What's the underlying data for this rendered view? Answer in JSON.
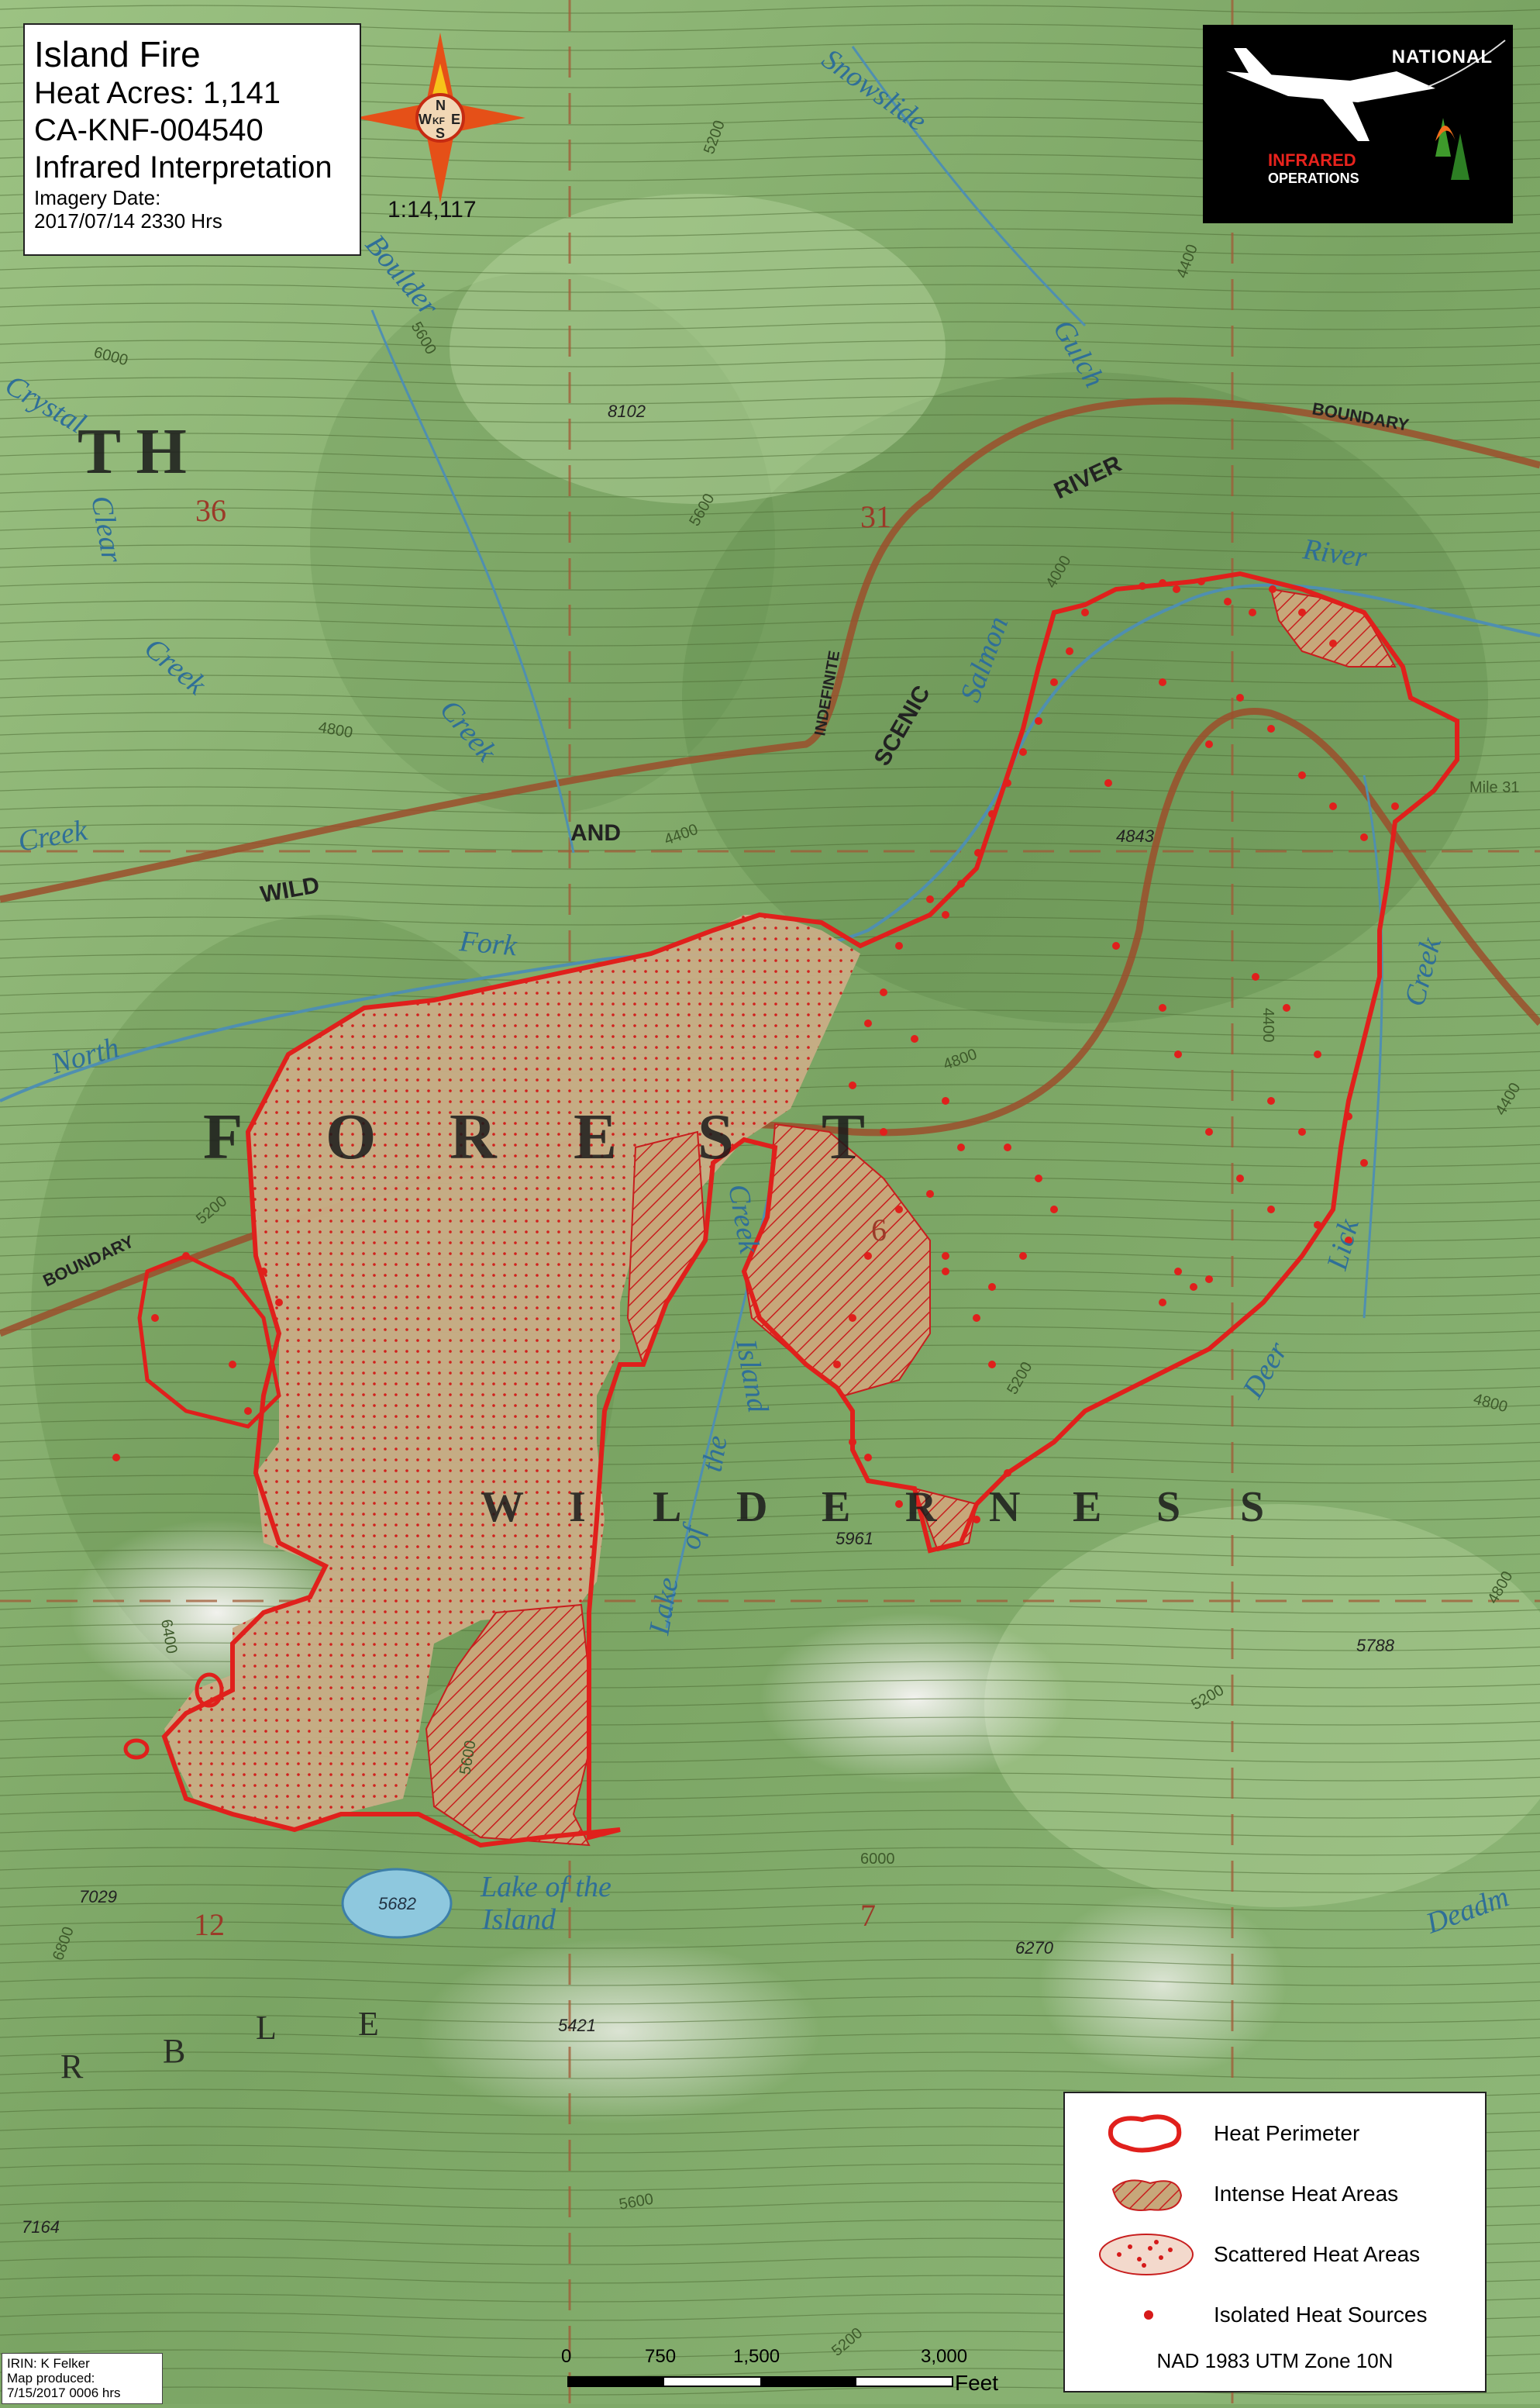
{
  "title": {
    "fire_name": "Island Fire",
    "heat_acres": "Heat Acres: 1,141",
    "incident_number": "CA-KNF-004540",
    "product": "Infrared Interpretation",
    "imagery_date_label": "Imagery Date:",
    "imagery_date": "2017/07/14   2330 Hrs"
  },
  "compass": {
    "n": "N",
    "s": "S",
    "e": "E",
    "w": "W",
    "center": "KF"
  },
  "scale_ratio": "1:14,117",
  "logo": {
    "line1": "NATIONAL",
    "line2": "INFRARED",
    "line3": "OPERATIONS"
  },
  "legend": {
    "items": [
      {
        "label": "Heat Perimeter"
      },
      {
        "label": "Intense Heat Areas"
      },
      {
        "label": "Scattered Heat Areas"
      },
      {
        "label": "Isolated Heat Sources"
      }
    ],
    "datum": "NAD 1983 UTM Zone 10N"
  },
  "scalebar": {
    "ticks": [
      "0",
      "750",
      "1,500",
      "3,000"
    ],
    "unit": "Feet"
  },
  "credits": {
    "irin": "IRIN: K Felker",
    "produced_label": "Map produced:",
    "produced": "7/15/2017 0006 hrs"
  },
  "map_labels": {
    "forest": [
      "F",
      "O",
      "R",
      "E",
      "S",
      "T"
    ],
    "wilderness": [
      "W",
      "I",
      "L",
      "D",
      "E",
      "R",
      "N",
      "E",
      "S",
      "S"
    ],
    "th": "T H",
    "ble": [
      "R",
      "B",
      "L",
      "E"
    ],
    "sections": [
      "36",
      "31",
      "6",
      "12",
      "7"
    ],
    "water": [
      "Snowslide",
      "Gulch",
      "Crystal",
      "Clear",
      "Creek",
      "Boulder",
      "Creek",
      "Creek",
      "Fork",
      "North",
      "Salmon",
      "River",
      "Island",
      "Creek",
      "Lake",
      "of",
      "the",
      "Deer",
      "Lick",
      "Creek",
      "Lake of the",
      "Island",
      "Deadm"
    ],
    "line_labels": [
      "BOUNDARY",
      "BOUNDARY",
      "WILD",
      "AND",
      "SCENIC",
      "RIVER",
      "INDEFINITE"
    ],
    "spots": [
      "8102",
      "4843",
      "5961",
      "5788",
      "7029",
      "6270",
      "5421",
      "7164",
      "5682"
    ],
    "contours": [
      "5200",
      "5600",
      "6000",
      "5600",
      "4800",
      "4400",
      "4000",
      "4400",
      "4800",
      "4400",
      "5200",
      "4800",
      "5200",
      "6400",
      "5600",
      "5200",
      "6000",
      "6800",
      "5600",
      "5200",
      "4800",
      "4400",
      "Mile 31"
    ]
  },
  "heat_sources": [
    [
      1474,
      756
    ],
    [
      1500,
      752
    ],
    [
      1518,
      760
    ],
    [
      1550,
      750
    ],
    [
      1584,
      776
    ],
    [
      1616,
      790
    ],
    [
      1642,
      760
    ],
    [
      1680,
      790
    ],
    [
      1720,
      830
    ],
    [
      1400,
      790
    ],
    [
      1380,
      840
    ],
    [
      1360,
      880
    ],
    [
      1340,
      930
    ],
    [
      1320,
      970
    ],
    [
      1300,
      1010
    ],
    [
      1280,
      1050
    ],
    [
      1262,
      1100
    ],
    [
      1240,
      1140
    ],
    [
      1220,
      1180
    ],
    [
      1430,
      1010
    ],
    [
      1500,
      880
    ],
    [
      1560,
      960
    ],
    [
      1600,
      900
    ],
    [
      1640,
      940
    ],
    [
      1680,
      1000
    ],
    [
      1720,
      1040
    ],
    [
      1760,
      1080
    ],
    [
      1800,
      1040
    ],
    [
      1440,
      1220
    ],
    [
      1500,
      1300
    ],
    [
      1520,
      1360
    ],
    [
      1560,
      1460
    ],
    [
      1600,
      1520
    ],
    [
      1640,
      1560
    ],
    [
      1700,
      1580
    ],
    [
      1740,
      1600
    ],
    [
      1620,
      1260
    ],
    [
      1660,
      1300
    ],
    [
      1700,
      1360
    ],
    [
      1740,
      1440
    ],
    [
      1760,
      1500
    ],
    [
      1640,
      1420
    ],
    [
      1680,
      1460
    ],
    [
      1200,
      1160
    ],
    [
      1160,
      1220
    ],
    [
      1140,
      1280
    ],
    [
      1180,
      1340
    ],
    [
      1220,
      1420
    ],
    [
      1240,
      1480
    ],
    [
      1200,
      1540
    ],
    [
      1300,
      1480
    ],
    [
      1340,
      1520
    ],
    [
      1360,
      1560
    ],
    [
      1320,
      1620
    ],
    [
      1280,
      1660
    ],
    [
      1260,
      1700
    ],
    [
      1120,
      1320
    ],
    [
      1100,
      1400
    ],
    [
      1140,
      1460
    ],
    [
      1160,
      1560
    ],
    [
      1120,
      1620
    ],
    [
      1100,
      1700
    ],
    [
      1080,
      1760
    ],
    [
      1520,
      1640
    ],
    [
      1540,
      1660
    ],
    [
      1560,
      1650
    ],
    [
      1500,
      1680
    ],
    [
      1220,
      1640
    ],
    [
      1220,
      1620
    ],
    [
      1280,
      1760
    ],
    [
      1300,
      1900
    ],
    [
      1260,
      1960
    ],
    [
      1100,
      1860
    ],
    [
      1120,
      1880
    ],
    [
      1160,
      1940
    ],
    [
      340,
      1640
    ],
    [
      360,
      1680
    ],
    [
      240,
      1620
    ],
    [
      300,
      1760
    ],
    [
      320,
      1820
    ],
    [
      150,
      1880
    ],
    [
      200,
      1700
    ]
  ]
}
